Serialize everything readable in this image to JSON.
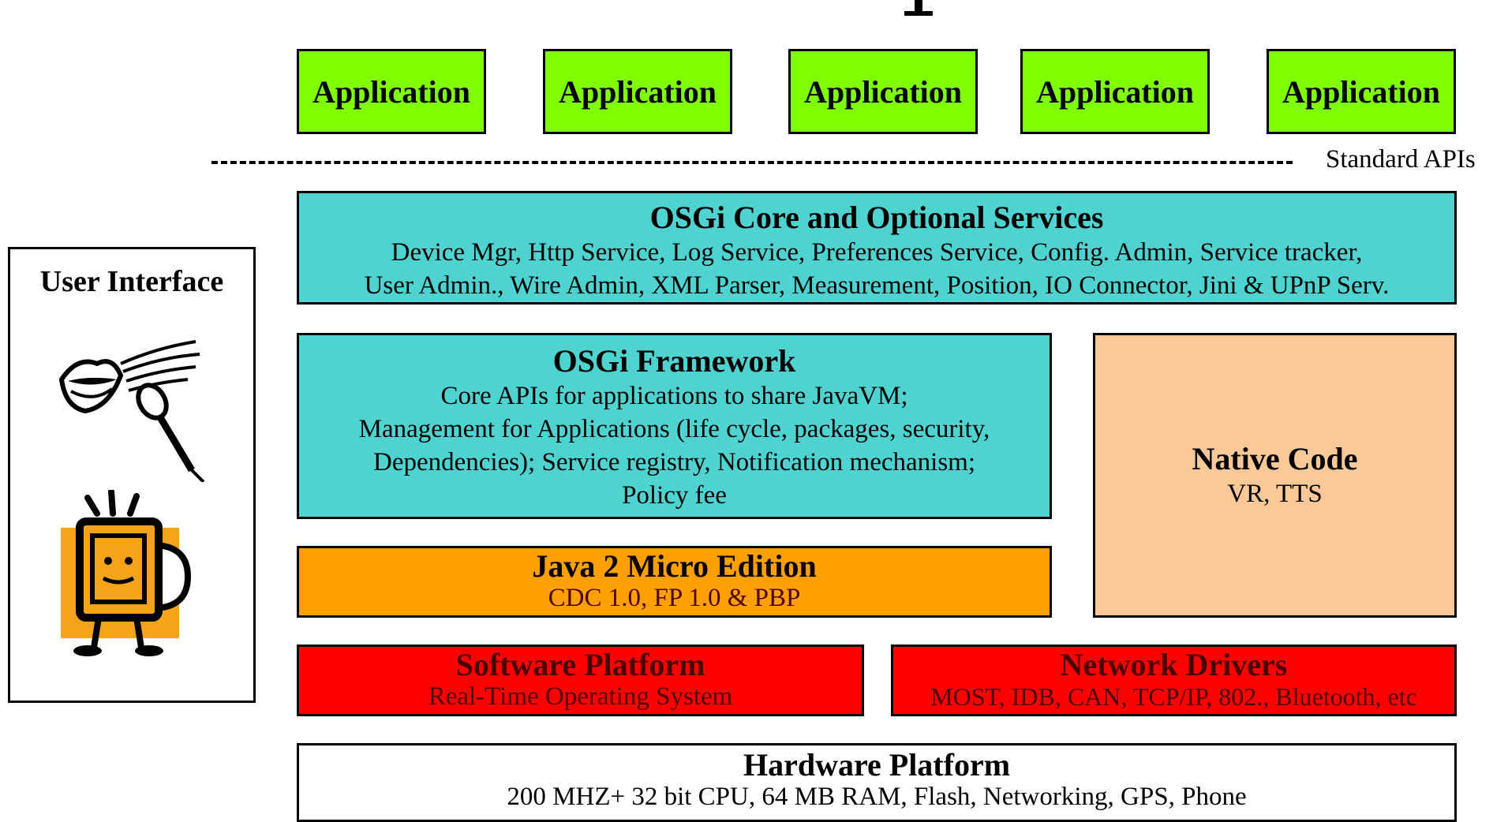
{
  "applications": [
    "Application",
    "Application",
    "Application",
    "Application",
    "Application"
  ],
  "standard_apis": "Standard APIs",
  "user_interface": {
    "title": "User Interface"
  },
  "core_services": {
    "title": "OSGi Core and Optional Services",
    "lines": [
      "Device Mgr, Http Service, Log Service, Preferences Service, Config. Admin, Service tracker,",
      "User Admin., Wire Admin, XML Parser, Measurement, Position, IO Connector, Jini & UPnP Serv."
    ]
  },
  "framework": {
    "title": "OSGi Framework",
    "lines": [
      "Core APIs for applications to share JavaVM;",
      "Management for Applications (life cycle, packages, security,",
      "Dependencies); Service registry, Notification mechanism;",
      "Policy fee"
    ]
  },
  "native_code": {
    "title": "Native Code",
    "desc": "VR, TTS"
  },
  "j2me": {
    "title": "Java 2 Micro Edition",
    "desc": "CDC 1.0, FP 1.0 & PBP"
  },
  "software_platform": {
    "title": "Software Platform",
    "desc": "Real-Time Operating System"
  },
  "network_drivers": {
    "title": "Network Drivers",
    "desc": "MOST, IDB, CAN, TCP/IP, 802., Bluetooth, etc"
  },
  "hardware_platform": {
    "title": "Hardware Platform",
    "desc": "200 MHZ+ 32 bit CPU, 64 MB RAM, Flash, Networking, GPS, Phone"
  },
  "colors": {
    "application": "#7fff00",
    "osgi": "#4fd3d1",
    "j2me": "#ffa000",
    "native": "#fbc998",
    "platform": "#ff0000"
  },
  "icons": [
    "voice-microphone-icon",
    "computer-mascot-icon"
  ]
}
